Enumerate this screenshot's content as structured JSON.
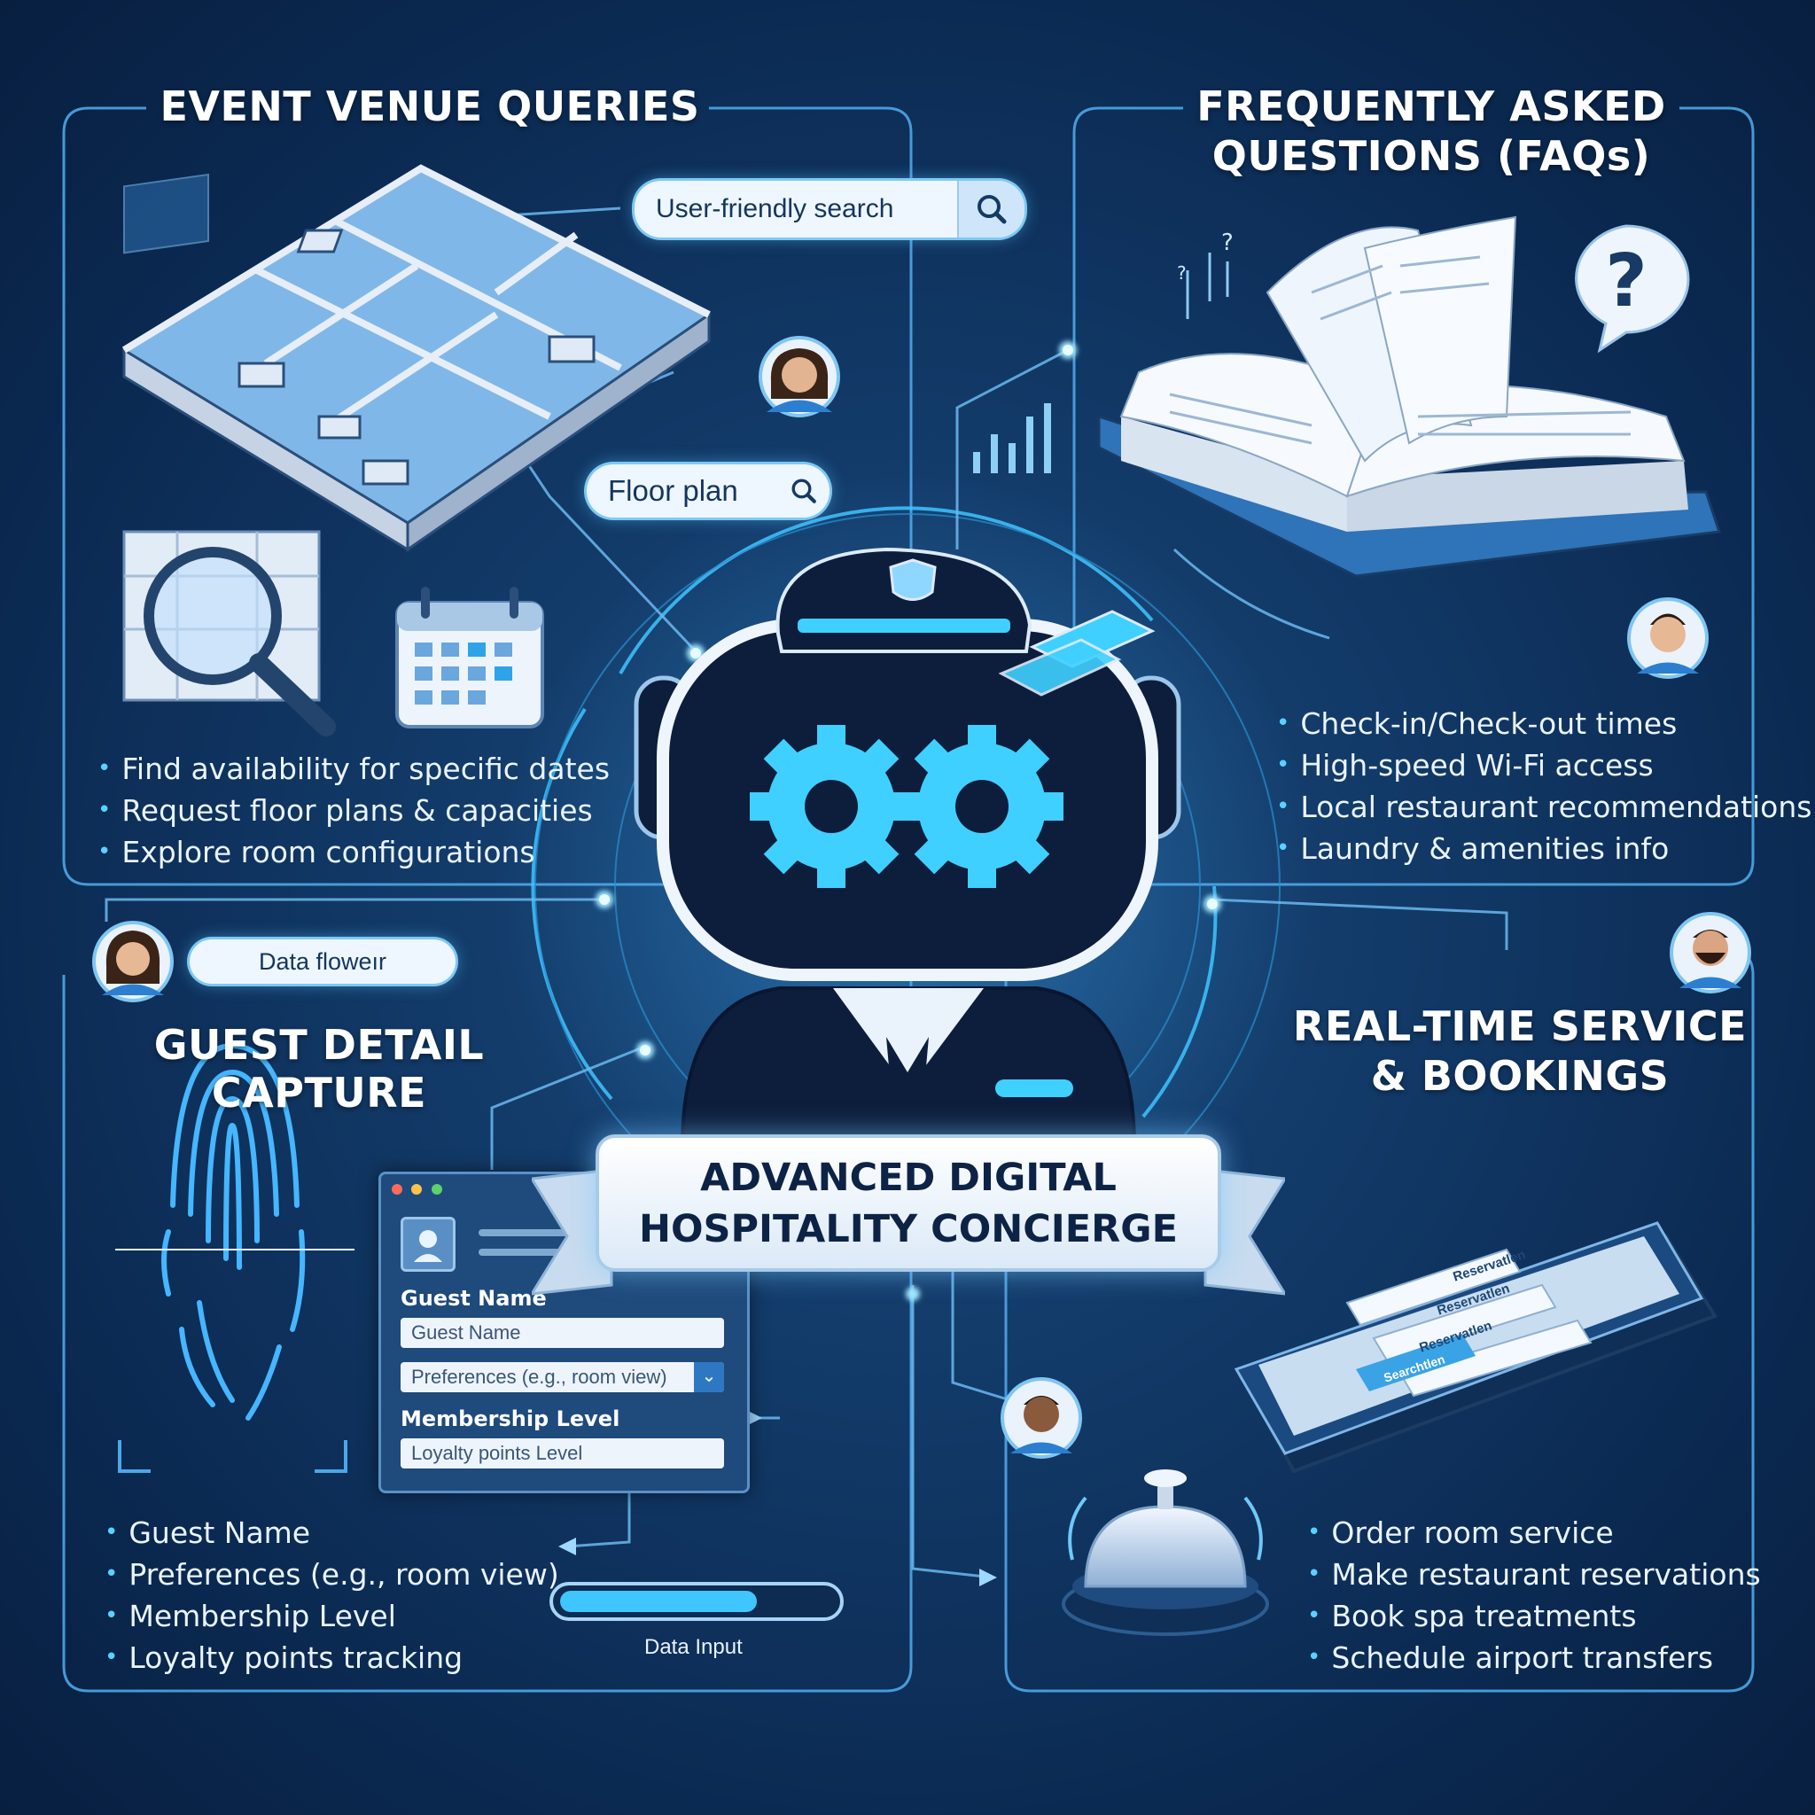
{
  "title": {
    "line1": "ADVANCED DIGITAL",
    "line2": "HOSPITALITY CONCIERGE"
  },
  "sections": {
    "event_venue": {
      "heading": "EVENT VENUE QUERIES",
      "search_placeholder": "User-friendly search",
      "floor_plan_label": "Floor plan",
      "bullets": [
        "Find availability for specific dates",
        "Request floor plans & capacities",
        "Explore room configurations"
      ]
    },
    "faq": {
      "heading_line1": "FREQUENTLY ASKED",
      "heading_line2": "QUESTIONS (FAQs)",
      "bullets": [
        "Check-in/Check-out times",
        "High-speed Wi-Fi access",
        "Local restaurant recommendations",
        "Laundry & amenities info"
      ]
    },
    "guest_detail": {
      "heading_line1": "GUEST DETAIL",
      "heading_line2": "CAPTURE",
      "data_flow_label": "Data floweır",
      "form": {
        "name_label": "Guest Name",
        "name_field": "Guest Name",
        "preferences_field": "Preferences (e.g., room view)",
        "membership_label": "Membership Level",
        "loyalty_field": "Loyalty points Level"
      },
      "progress_label": "Data Input",
      "progress_value": 0.72,
      "bullets": [
        "Guest Name",
        "Preferences (e.g., room view)",
        "Membership Level",
        "Loyalty points tracking"
      ]
    },
    "realtime": {
      "heading_line1": "REAL-TIME SERVICE",
      "heading_line2": "& BOOKINGS",
      "tablet_lines": [
        "Reservatlen",
        "Reservatlen",
        "Reservatlen"
      ],
      "tablet_button": "Searchtlen",
      "bullets": [
        "Order room service",
        "Make restaurant reservations",
        "Book spa treatments",
        "Schedule airport transfers"
      ]
    }
  },
  "colors": {
    "accent": "#3fd0ff",
    "panel_border": "#4fa8e8",
    "dark": "#0d1e3c"
  }
}
